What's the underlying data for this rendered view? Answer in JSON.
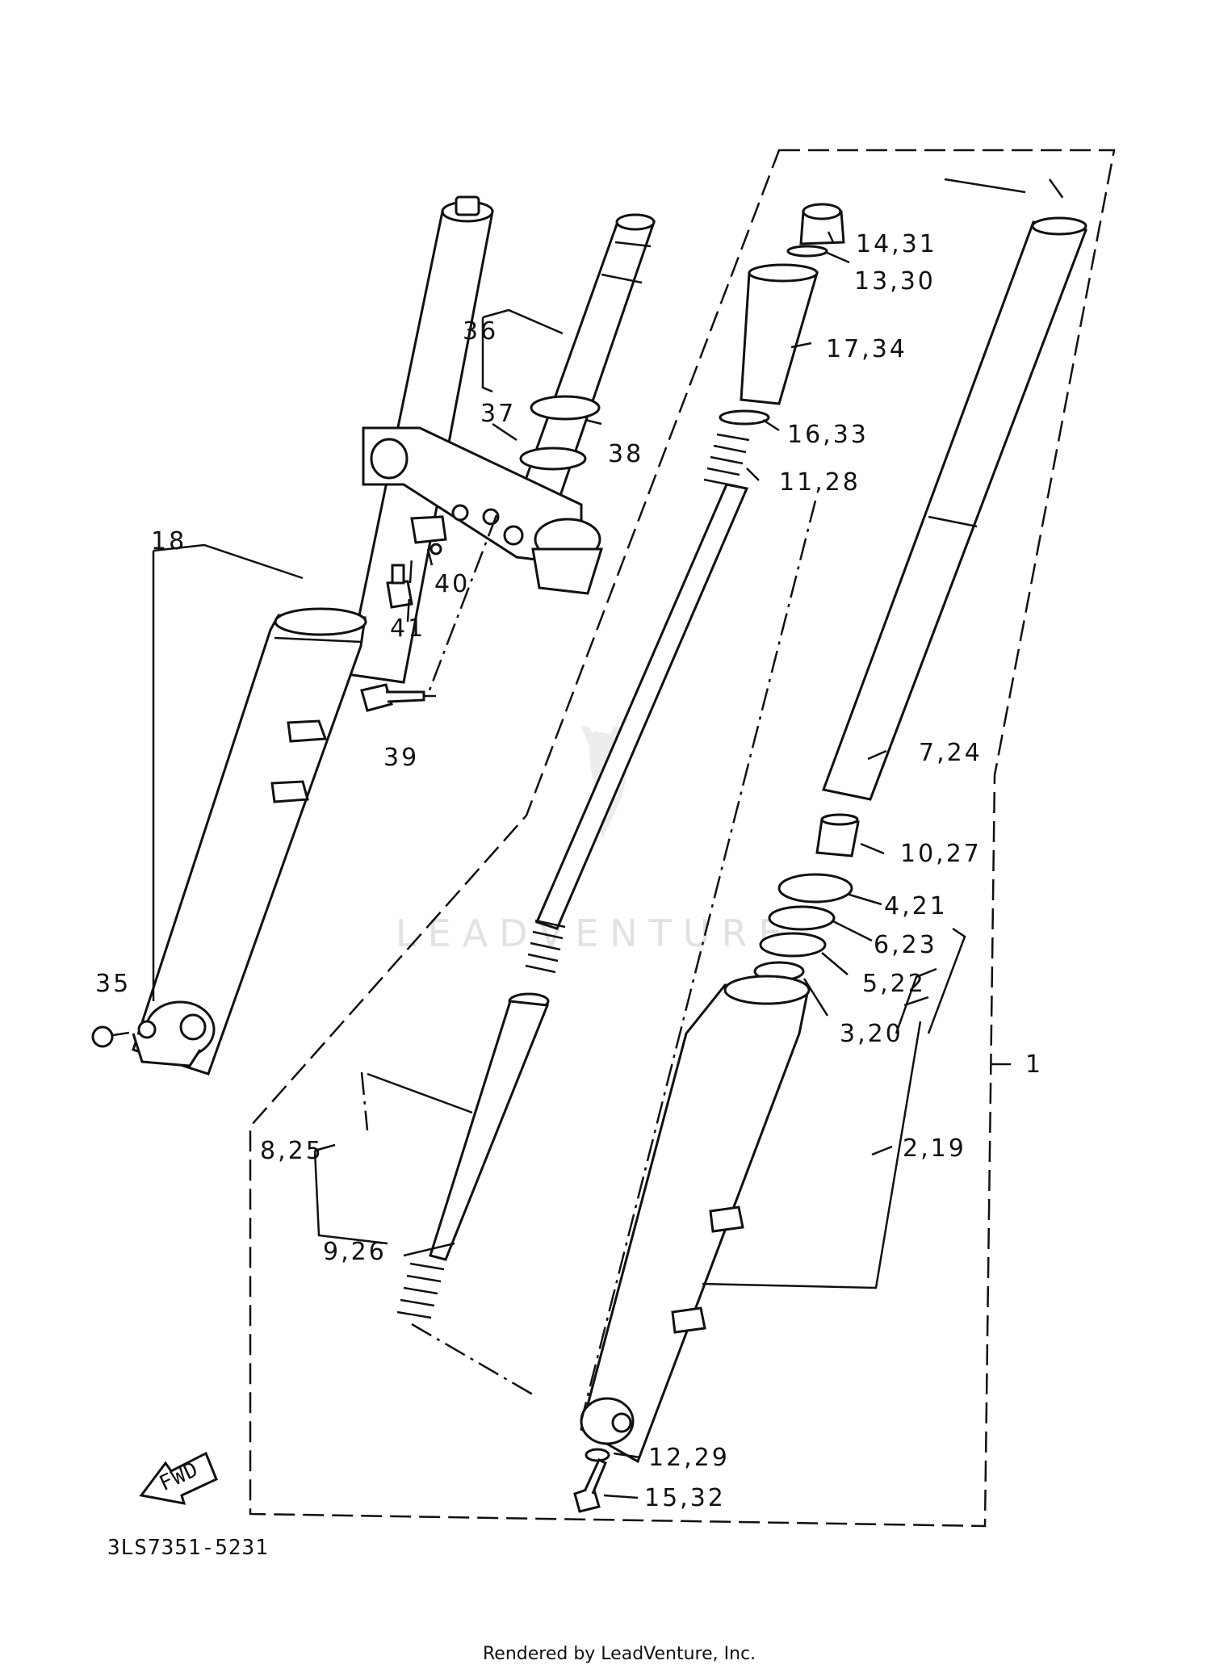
{
  "diagram": {
    "drawing_code": "3LS7351-5231",
    "footer": "Rendered by LeadVenture, Inc.",
    "watermark": "LEADVENTURE",
    "fwd_arrow_label": "FWD",
    "callouts": {
      "p1": "1",
      "p2_19": "2,19",
      "p3_20": "3,20",
      "p4_21": "4,21",
      "p5_22": "5,22",
      "p6_23": "6,23",
      "p7_24": "7,24",
      "p8_25": "8,25",
      "p9_26": "9,26",
      "p10_27": "10,27",
      "p11_28": "11,28",
      "p12_29": "12,29",
      "p13_30": "13,30",
      "p14_31": "14,31",
      "p15_32": "15,32",
      "p16_33": "16,33",
      "p17_34": "17,34",
      "p18": "18",
      "p35": "35",
      "p36": "36",
      "p37": "37",
      "p38": "38",
      "p39": "39",
      "p40": "40",
      "p41": "41"
    }
  }
}
